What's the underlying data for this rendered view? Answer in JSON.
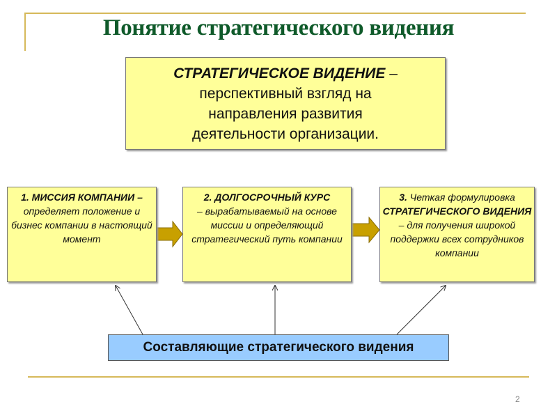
{
  "title": "Понятие стратегического видения",
  "definition": {
    "term": "СТРАТЕГИЧЕСКОЕ ВИДЕНИЕ",
    "dash": " –",
    "lines": [
      "перспективный взгляд на",
      "направления развития",
      "деятельности организации."
    ]
  },
  "boxes": [
    {
      "bold": "1. МИССИЯ КОМПАНИИ –",
      "text": "определяет положение и бизнес компании в настоящий момент"
    },
    {
      "bold": "2. ДОЛГОСРОЧНЫЙ КУРС",
      "text": "– вырабатываемый  на основе миссии и определяющий стратегический путь компании"
    },
    {
      "num": "3.",
      "lead": " Четкая формулировка ",
      "bold": "СТРАТЕГИЧЕСКОГО ВИДЕНИЯ",
      "text": " – для получения широкой поддержки всех сотрудников компании"
    }
  ],
  "bottom_label": "Составляющие стратегического видения",
  "page_number": "2",
  "colors": {
    "title": "#0f5a2a",
    "box": "#ffff99",
    "bottom_box": "#99ccff",
    "arrow": "#c8a000",
    "rule": "#d6b95a"
  }
}
